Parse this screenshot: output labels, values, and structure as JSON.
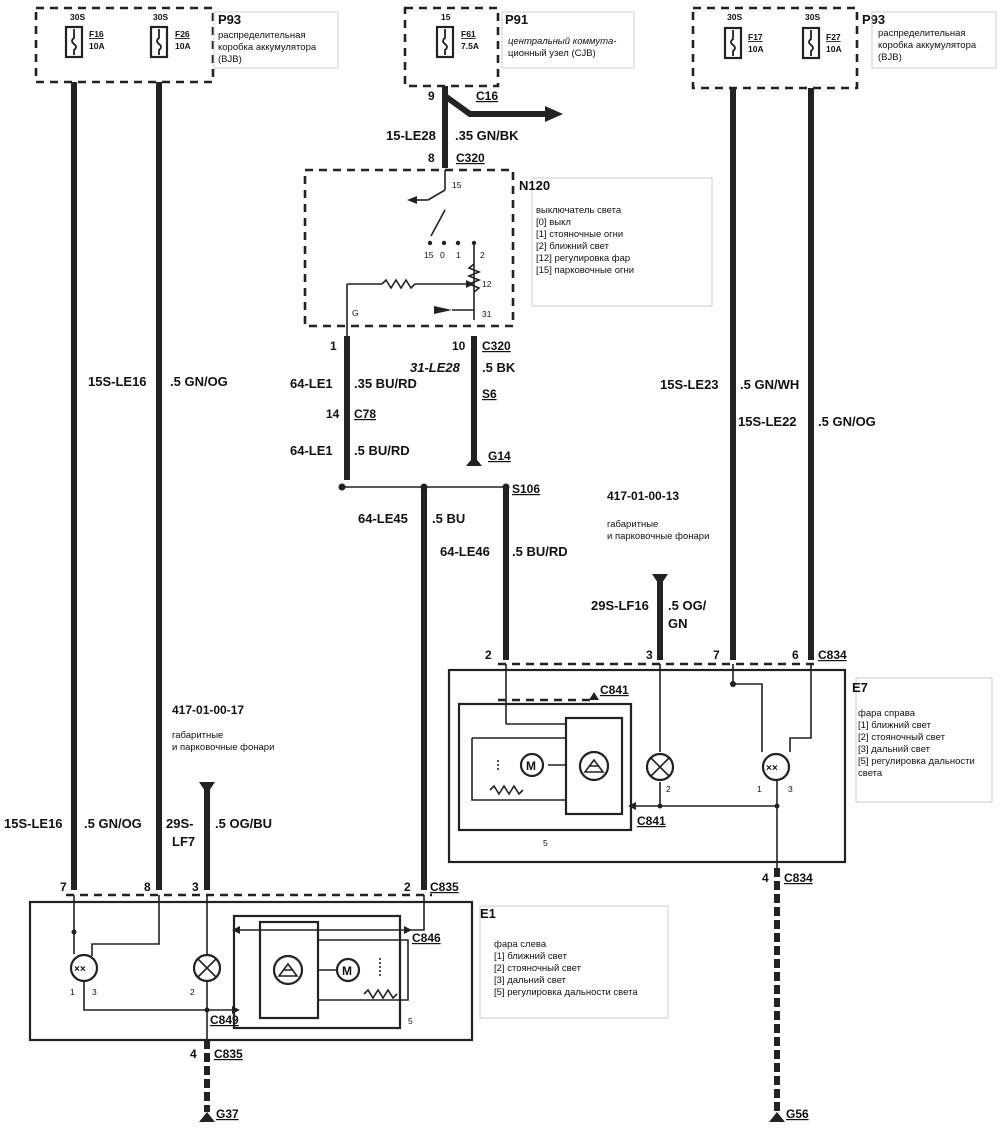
{
  "fuse_boxes": {
    "p93_left": {
      "id": "P93",
      "desc": [
        "распределительная",
        "коробка аккумулятора",
        "(BJB)"
      ],
      "fuses": [
        {
          "term": "30S",
          "id": "F16",
          "rating": "10A"
        },
        {
          "term": "30S",
          "id": "F26",
          "rating": "10A"
        }
      ]
    },
    "p91": {
      "id": "P91",
      "desc": [
        "центральный коммута-",
        "ционный узел (CJB)"
      ],
      "fuses": [
        {
          "term": "15",
          "id": "F61",
          "rating": "7.5A"
        }
      ]
    },
    "p93_right": {
      "id": "P93",
      "desc": [
        "распределительная",
        "коробка аккумулятора",
        "(BJB)"
      ],
      "fuses": [
        {
          "term": "30S",
          "id": "F17",
          "rating": "10A"
        },
        {
          "term": "30S",
          "id": "F27",
          "rating": "10A"
        }
      ]
    }
  },
  "switch": {
    "id": "N120",
    "legend": [
      "выключатель света",
      "[0] выкл",
      "[1] стояночные огни",
      "[2] ближний свет",
      "[12] регулировка фар",
      "[15] парковочные огни"
    ],
    "positions": [
      "15",
      "0",
      "1",
      "2"
    ],
    "pins": [
      "15",
      "12",
      "31",
      "G"
    ]
  },
  "left_lamp": {
    "id": "E1",
    "legend": [
      "фара слева",
      "[1] ближний свет",
      "[2] стояночный свет",
      "[3] дальний свет",
      "[5] регулировка дальности света"
    ],
    "lamp_pins": [
      "1",
      "3",
      "2",
      "5"
    ]
  },
  "right_lamp": {
    "id": "E7",
    "legend": [
      "фара справа",
      "[1] ближний свет",
      "[2] стояночный свет",
      "[3] дальний свет",
      "[5] регулировка дальности",
      "света"
    ],
    "lamp_pins": [
      "2",
      "1",
      "3",
      "5"
    ]
  },
  "refs": {
    "left": {
      "code": "417-01-00-17",
      "text": [
        "габаритные",
        "и парковочные фонари"
      ]
    },
    "right": {
      "code": "417-01-00-13",
      "text": [
        "габаритные",
        "и парковочные фонари"
      ]
    }
  },
  "connectors": {
    "c16": "C16",
    "c320a": "C320",
    "c320b": "C320",
    "c78": "C78",
    "s6": "S6",
    "g14": "G14",
    "s106": "S106",
    "c834a": "C834",
    "c841a": "C841",
    "c841b": "C841",
    "c834b": "C834",
    "c835a": "C835",
    "c846": "C846",
    "c849": "C849",
    "c835b": "C835",
    "g37": "G37",
    "g56": "G56"
  },
  "pins": {
    "p9": "9",
    "p8": "8",
    "p1": "1",
    "p10": "10",
    "p14": "14",
    "r2": "2",
    "r3": "3",
    "r7": "7",
    "r6": "6",
    "r4": "4",
    "l7": "7",
    "l8": "8",
    "l3": "3",
    "l2": "2",
    "l4": "4"
  },
  "wires": {
    "w15le28": {
      "code": "15-LE28",
      "spec": ".35 GN/BK"
    },
    "w15sle16_top": {
      "code": "15S-LE16",
      "spec": ".5 GN/OG"
    },
    "w64le1a": {
      "code": "64-LE1",
      "spec": ".35 BU/RD"
    },
    "w31le28": {
      "code": "31-LE28",
      "spec": ".5 BK"
    },
    "w64le1b": {
      "code": "64-LE1",
      "spec": ".5 BU/RD"
    },
    "w15sle23": {
      "code": "15S-LE23",
      "spec": ".5 GN/WH"
    },
    "w15sle22": {
      "code": "15S-LE22",
      "spec": ".5 GN/OG"
    },
    "w64le45": {
      "code": "64-LE45",
      "spec": ".5 BU"
    },
    "w64le46": {
      "code": "64-LE46",
      "spec": ".5 BU/RD"
    },
    "w29slf16": {
      "code": "29S-LF16",
      "spec": [
        ".5 OG/",
        "GN"
      ]
    },
    "w15sle16_bot": {
      "code": "15S-LE16",
      "spec": ".5 GN/OG"
    },
    "w29slf7": {
      "code": [
        "29S-",
        "LF7"
      ],
      "spec": ".5 OG/BU"
    }
  }
}
